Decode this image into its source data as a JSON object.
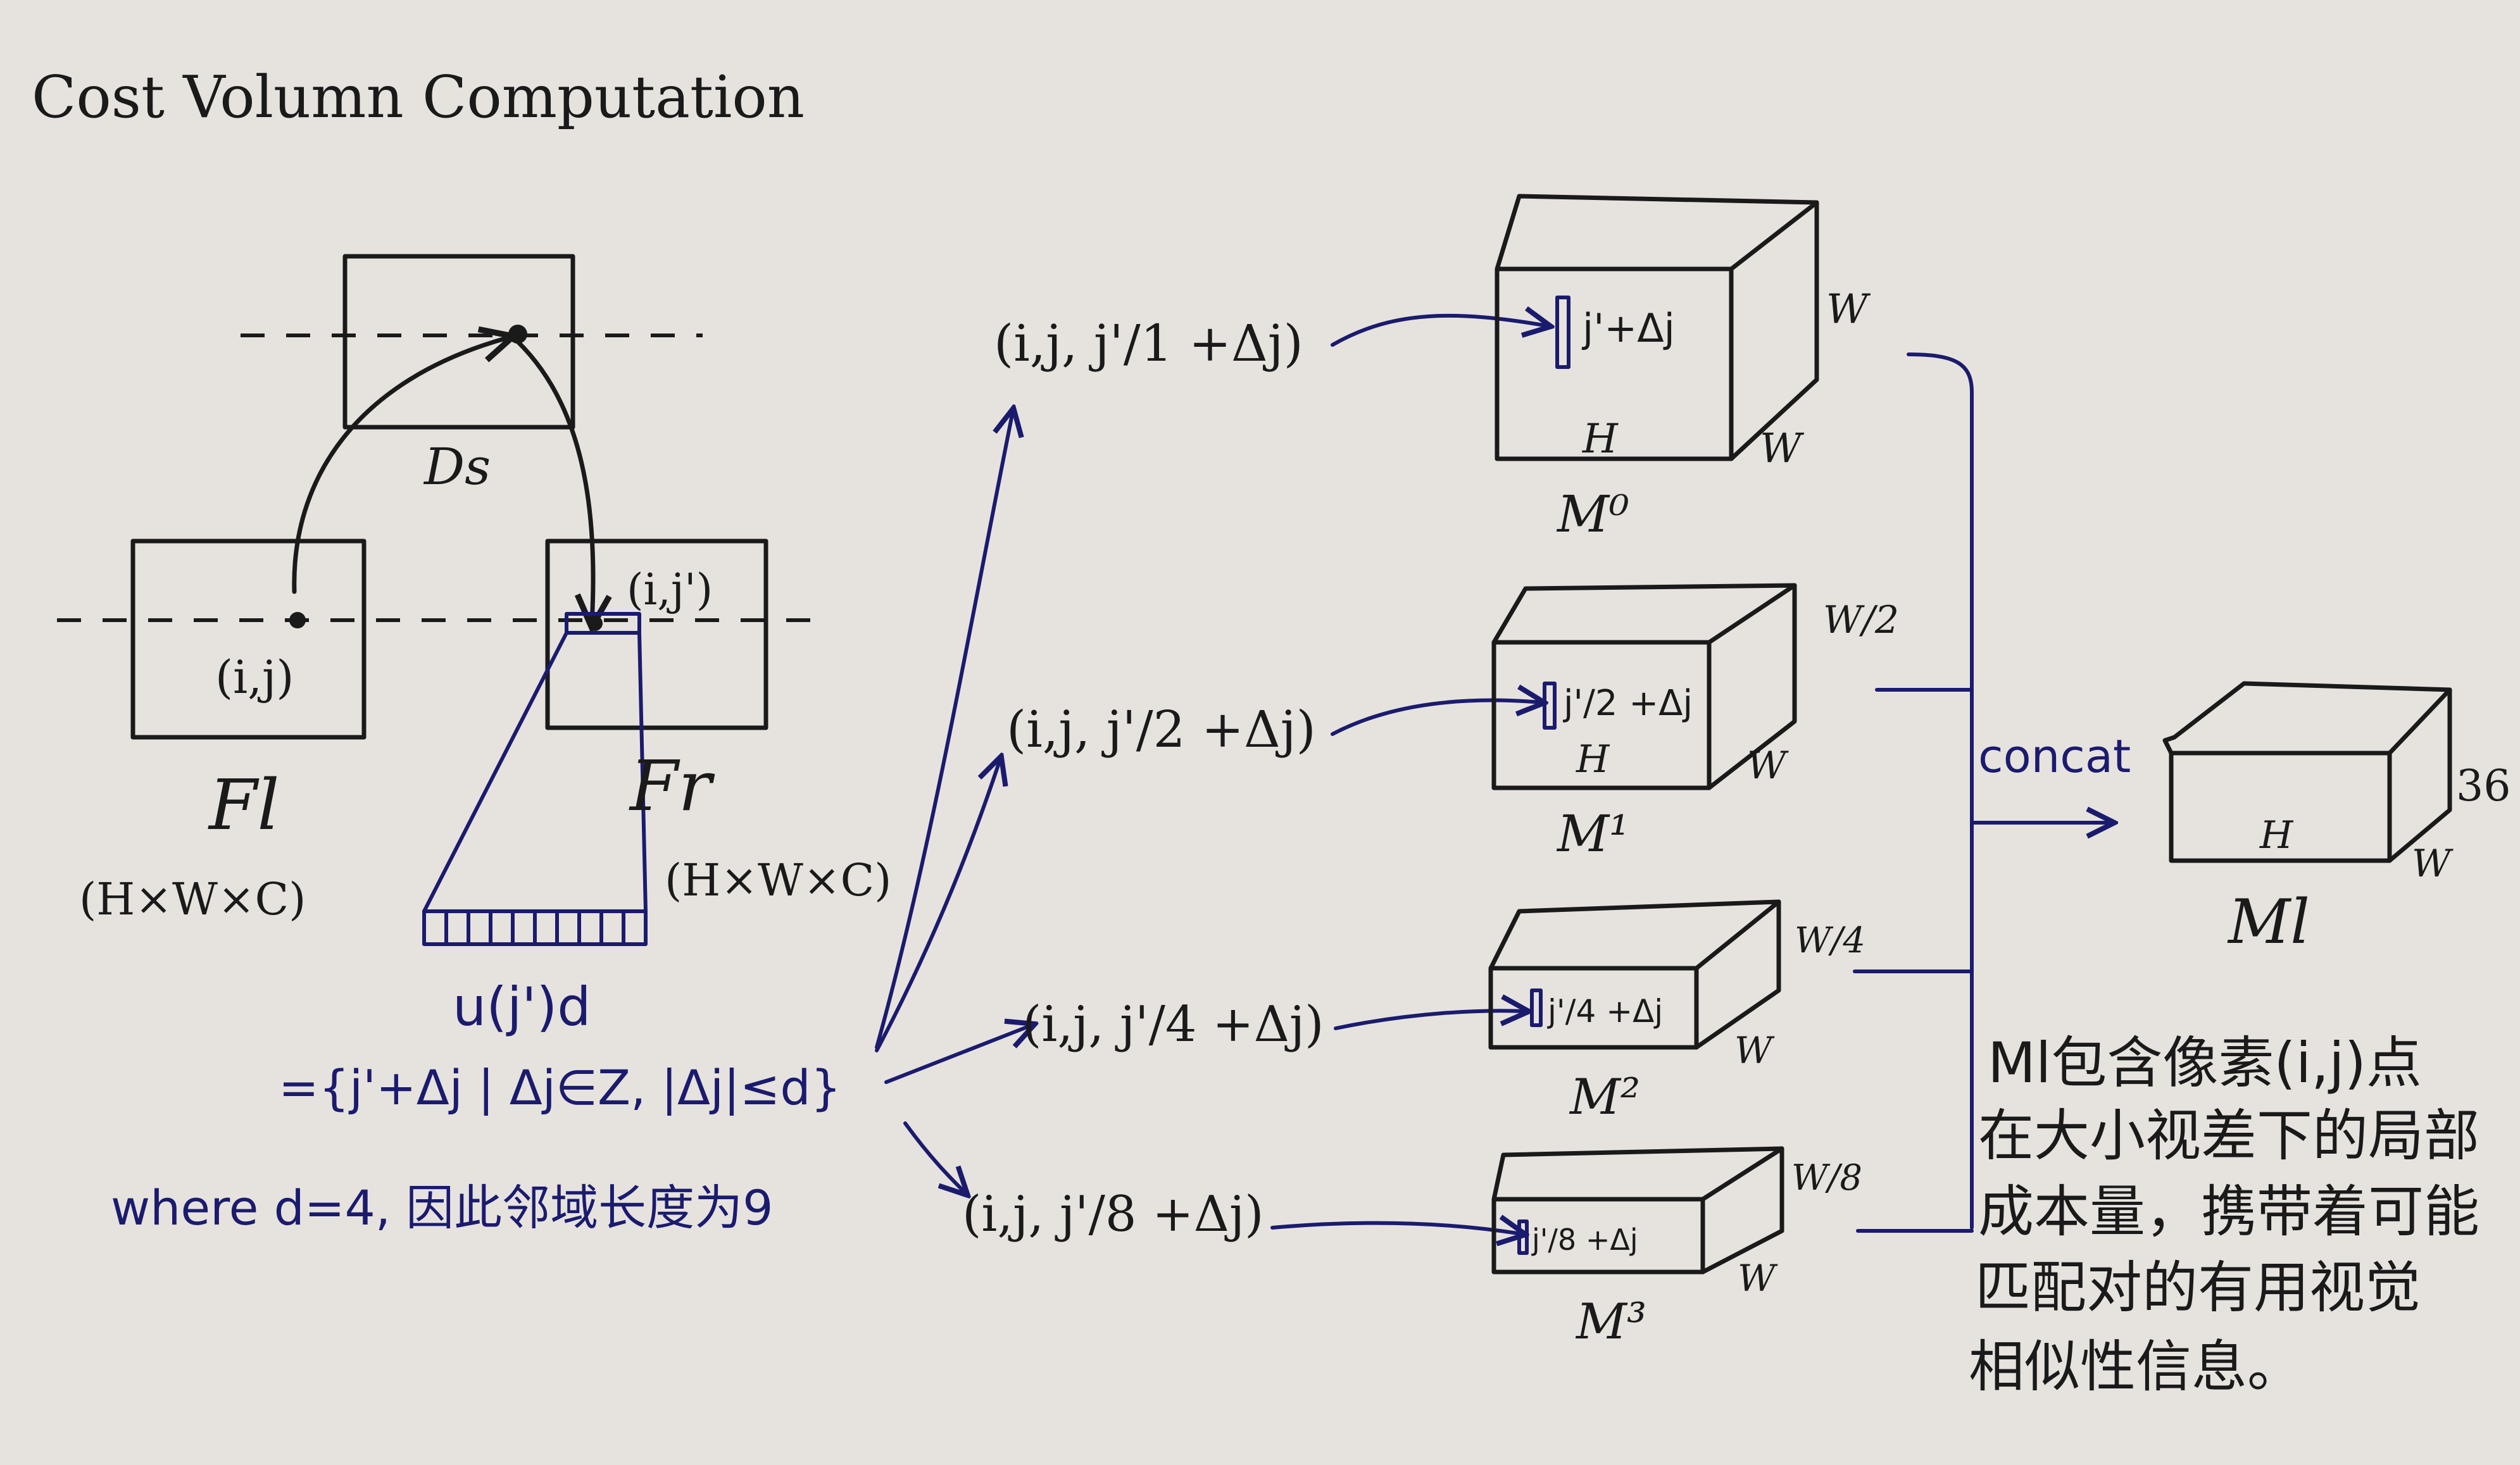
{
  "title": "Cost Volumn Computation",
  "feature_maps": {
    "left_label": "Fl",
    "left_dims": "(H×W×C)",
    "left_point": "(i,j)",
    "right_label": "Fr",
    "right_dims": "(H×W×C)",
    "right_point": "(i,j')",
    "shift_label": "Ds"
  },
  "neighborhood": {
    "label": "u(j')d",
    "set_def": "={j'+Δj | Δj∈Z, |Δj|≤d}",
    "note": "where d=4, 因此邻域长度为9"
  },
  "scales": [
    {
      "tuple": "(i,j, j'/1 +Δj)",
      "inner": "j'+Δj",
      "volume": "M⁰",
      "height": "H",
      "width": "W",
      "depth": "W"
    },
    {
      "tuple": "(i,j, j'/2 +Δj)",
      "inner": "j'/2 +Δj",
      "volume": "M¹",
      "height": "H",
      "width": "W/2",
      "depth": "W"
    },
    {
      "tuple": "(i,j, j'/4 +Δj)",
      "inner": "j'/4 +Δj",
      "volume": "M²",
      "height": "",
      "width": "W/4",
      "depth": "W"
    },
    {
      "tuple": "(i,j, j'/8 +Δj)",
      "inner": "j'/8 +Δj",
      "volume": "M³",
      "height": "",
      "width": "W/8",
      "depth": "W"
    }
  ],
  "concat_label": "concat",
  "output": {
    "volume": "Ml",
    "height": "H",
    "width": "36",
    "depth": "W"
  },
  "description_lines": [
    "Ml包含像素(i,j)点",
    "在大小视差下的局部",
    "成本量，携带着可能",
    "匹配对的有用视觉",
    "相似性信息。"
  ],
  "colors": {
    "ink": "#1a1a1a",
    "blue_ink": "#1b1b6e",
    "paper": "#e6e3df"
  }
}
